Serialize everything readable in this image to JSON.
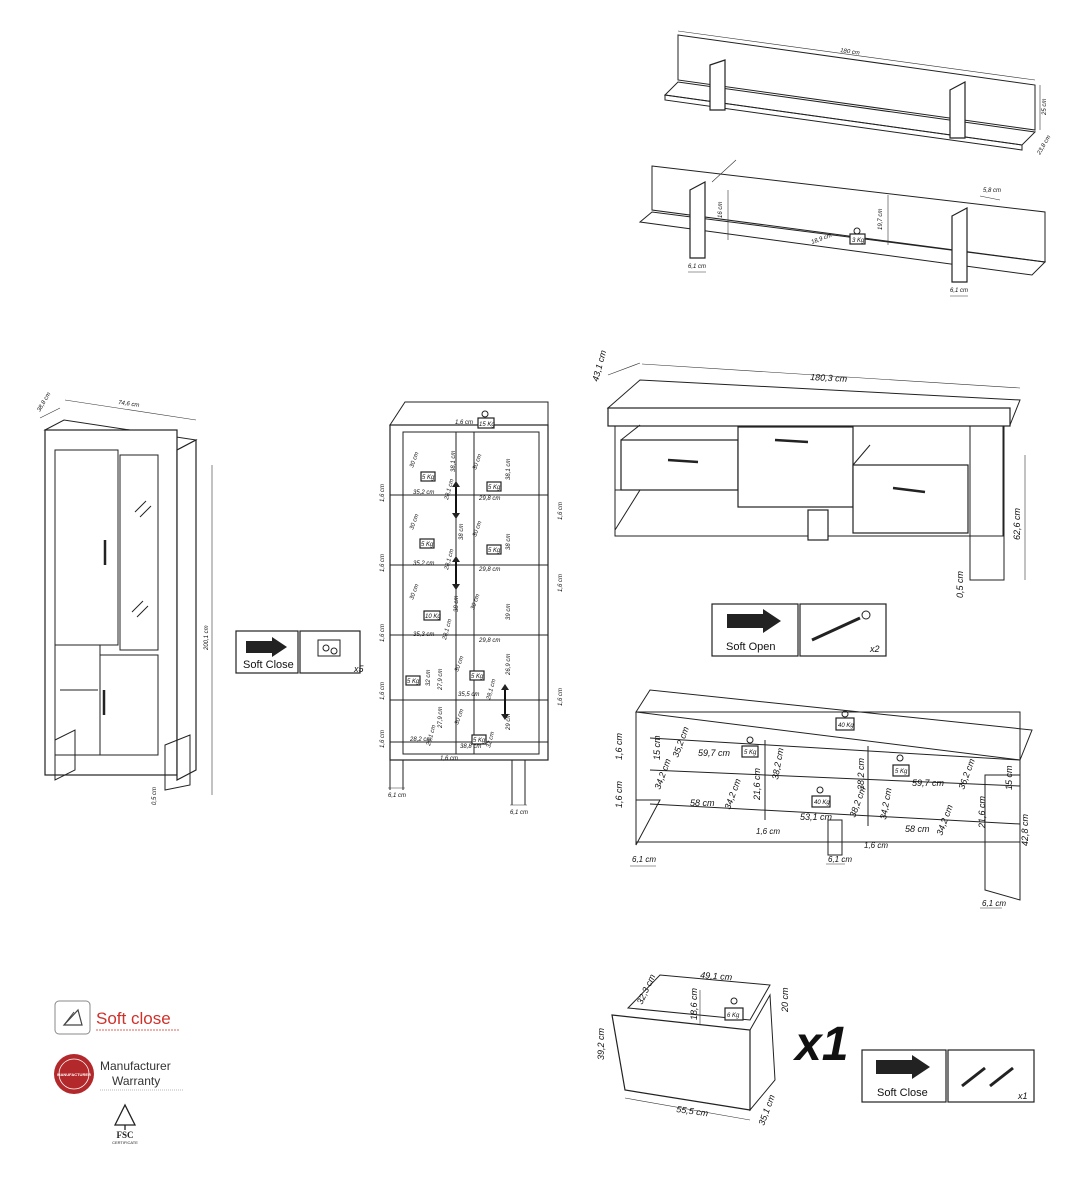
{
  "shelf": {
    "top": {
      "width": "180 cm",
      "height": "25 cm",
      "depth": "23,8 cm"
    },
    "bottom": {
      "width": "5,8 cm",
      "h1": "16 cm",
      "h2": "19,7 cm",
      "depth": "18,9 cm",
      "load": "3 Kg",
      "leg_left": "6,1 cm",
      "leg_right": "6,1 cm"
    }
  },
  "cabinet": {
    "depth": "38,8 cm",
    "width": "74,6 cm",
    "height": "200,1 cm",
    "foot": "0,5 cm"
  },
  "soft_close_1": {
    "label": "Soft Close",
    "qty": "x5"
  },
  "shelving": {
    "top": "1,6 cm",
    "top_load": "15 Kg",
    "h1": "30 cm",
    "h2": "30 cm",
    "h3": "38,1 cm",
    "h4": "38 cm",
    "h5": "39 cm",
    "h6": "27,9 cm",
    "h7": "26,9 cm",
    "h8": "29 cm",
    "h9": "32 cm",
    "w1": "35,2 cm",
    "w2": "29,8 cm",
    "w3": "35,3 cm",
    "w4": "28,2 cm",
    "w5": "38,8 cm",
    "w6": "35,5 cm",
    "d1": "28,1 cm",
    "side": "1,6 cm",
    "load": "5 Kg",
    "load2": "10 Kg",
    "leg1": "6,1 cm",
    "leg2": "6,1 cm",
    "mid": "1,6 cm"
  },
  "tv_stand": {
    "depth": "43,1 cm",
    "width": "180,3 cm",
    "height": "62,6 cm",
    "foot": "0,5 cm"
  },
  "soft_open": {
    "label": "Soft Open",
    "qty": "x2"
  },
  "tv_interior": {
    "load_top": "40 Kg",
    "load_a": "5 Kg",
    "load_b": "40 Kg",
    "load_c": "5 Kg",
    "h_a": "15 cm",
    "h_b": "35,2 cm",
    "w_a": "59,7 cm",
    "h_c": "34,2 cm",
    "w_b": "58 cm",
    "h_d": "21,6 cm",
    "h_e": "38,2 cm",
    "w_c": "53,1 cm",
    "h_f": "38,2 cm",
    "h_g": "34,2 cm",
    "w_d": "58 cm",
    "h_h": "21,6 cm",
    "w_e": "59,7 cm",
    "h_i": "36,2 cm",
    "h_j": "15 cm",
    "h_k": "42,8 cm",
    "side": "1,6 cm",
    "side2": "1,6 cm",
    "mid1": "1,6 cm",
    "mid2": "1,6 cm",
    "leg1": "6,1 cm",
    "leg2": "6,1 cm",
    "leg3": "6,1 cm"
  },
  "drawer": {
    "w_top": "49,1 cm",
    "d_top": "32,3 cm",
    "h_in": "18,6 cm",
    "h_out": "20 cm",
    "load": "6 Kg",
    "h_front": "39,2 cm",
    "width": "55,5 cm",
    "depth": "35,1 cm",
    "multiplier": "x1"
  },
  "soft_close_2": {
    "label": "Soft Close",
    "qty": "x1"
  },
  "badges": {
    "soft_close": "Soft close",
    "warranty_1": "Manufacturer",
    "warranty_2": "Warranty",
    "seal": "MANUFACTURER",
    "fsc": "FSC",
    "fsc_sub": "CERTIFICATE"
  },
  "colors": {
    "line": "#222222",
    "accent_red": "#d0302a",
    "seal_red": "#b3282a"
  }
}
